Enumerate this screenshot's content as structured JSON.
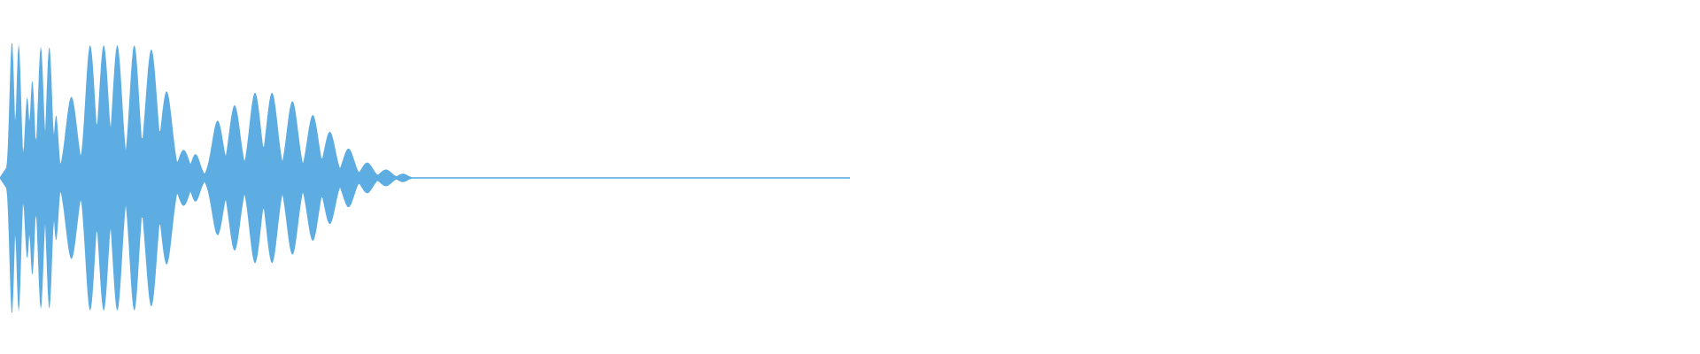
{
  "waveform": {
    "color": "#5dade2",
    "background": "#ffffff",
    "envelope": [
      {
        "t": 0.0,
        "amp": 0.05
      },
      {
        "t": 0.006,
        "amp": 0.97
      },
      {
        "t": 0.012,
        "amp": 0.55
      },
      {
        "t": 0.018,
        "amp": 0.97
      },
      {
        "t": 0.024,
        "amp": 0.7
      },
      {
        "t": 0.03,
        "amp": 0.96
      },
      {
        "t": 0.036,
        "amp": 0.85
      },
      {
        "t": 0.042,
        "amp": 0.55
      },
      {
        "t": 0.048,
        "amp": 0.4
      },
      {
        "t": 0.056,
        "amp": 0.56
      },
      {
        "t": 0.064,
        "amp": 0.95
      },
      {
        "t": 0.072,
        "amp": 0.95
      },
      {
        "t": 0.08,
        "amp": 0.95
      },
      {
        "t": 0.088,
        "amp": 0.94
      },
      {
        "t": 0.094,
        "amp": 0.92
      },
      {
        "t": 0.1,
        "amp": 0.6
      },
      {
        "t": 0.106,
        "amp": 0.2
      },
      {
        "t": 0.114,
        "amp": 0.18
      },
      {
        "t": 0.12,
        "amp": 0.18
      },
      {
        "t": 0.128,
        "amp": 0.4
      },
      {
        "t": 0.138,
        "amp": 0.62
      },
      {
        "t": 0.15,
        "amp": 0.62
      },
      {
        "t": 0.162,
        "amp": 0.62
      },
      {
        "t": 0.172,
        "amp": 0.48
      },
      {
        "t": 0.182,
        "amp": 0.36
      },
      {
        "t": 0.192,
        "amp": 0.22
      },
      {
        "t": 0.202,
        "amp": 0.12
      },
      {
        "t": 0.212,
        "amp": 0.07
      },
      {
        "t": 0.222,
        "amp": 0.03
      },
      {
        "t": 0.24,
        "amp": 0.025
      },
      {
        "t": 0.3,
        "amp": 0.02
      },
      {
        "t": 0.38,
        "amp": 0.012
      },
      {
        "t": 0.45,
        "amp": 0.006
      },
      {
        "t": 0.494,
        "amp": 0.003
      },
      {
        "t": 0.5,
        "amp": 0.0
      },
      {
        "t": 1.0,
        "amp": 0.0
      }
    ],
    "pulses": [
      {
        "t": 0.007,
        "w": 0.0025,
        "amp": 0.98
      },
      {
        "t": 0.011,
        "w": 0.0025,
        "amp": 0.96
      },
      {
        "t": 0.016,
        "w": 0.0025,
        "amp": 0.58
      },
      {
        "t": 0.019,
        "w": 0.0025,
        "amp": 0.7
      },
      {
        "t": 0.024,
        "w": 0.003,
        "amp": 0.94
      },
      {
        "t": 0.029,
        "w": 0.003,
        "amp": 0.94
      },
      {
        "t": 0.033,
        "w": 0.0025,
        "amp": 0.45
      },
      {
        "t": 0.042,
        "w": 0.006,
        "amp": 0.58
      },
      {
        "t": 0.053,
        "w": 0.005,
        "amp": 0.95
      },
      {
        "t": 0.061,
        "w": 0.005,
        "amp": 0.95
      },
      {
        "t": 0.069,
        "w": 0.005,
        "amp": 0.95
      },
      {
        "t": 0.079,
        "w": 0.005,
        "amp": 0.95
      },
      {
        "t": 0.089,
        "w": 0.006,
        "amp": 0.92
      },
      {
        "t": 0.098,
        "w": 0.006,
        "amp": 0.62
      },
      {
        "t": 0.108,
        "w": 0.006,
        "amp": 0.2
      },
      {
        "t": 0.115,
        "w": 0.005,
        "amp": 0.17
      },
      {
        "t": 0.128,
        "w": 0.006,
        "amp": 0.41
      },
      {
        "t": 0.138,
        "w": 0.006,
        "amp": 0.52
      },
      {
        "t": 0.15,
        "w": 0.006,
        "amp": 0.61
      },
      {
        "t": 0.16,
        "w": 0.006,
        "amp": 0.61
      },
      {
        "t": 0.172,
        "w": 0.006,
        "amp": 0.55
      },
      {
        "t": 0.184,
        "w": 0.006,
        "amp": 0.45
      },
      {
        "t": 0.194,
        "w": 0.006,
        "amp": 0.33
      },
      {
        "t": 0.205,
        "w": 0.006,
        "amp": 0.21
      },
      {
        "t": 0.216,
        "w": 0.006,
        "amp": 0.11
      },
      {
        "t": 0.227,
        "w": 0.006,
        "amp": 0.06
      },
      {
        "t": 0.237,
        "w": 0.005,
        "amp": 0.03
      }
    ]
  }
}
